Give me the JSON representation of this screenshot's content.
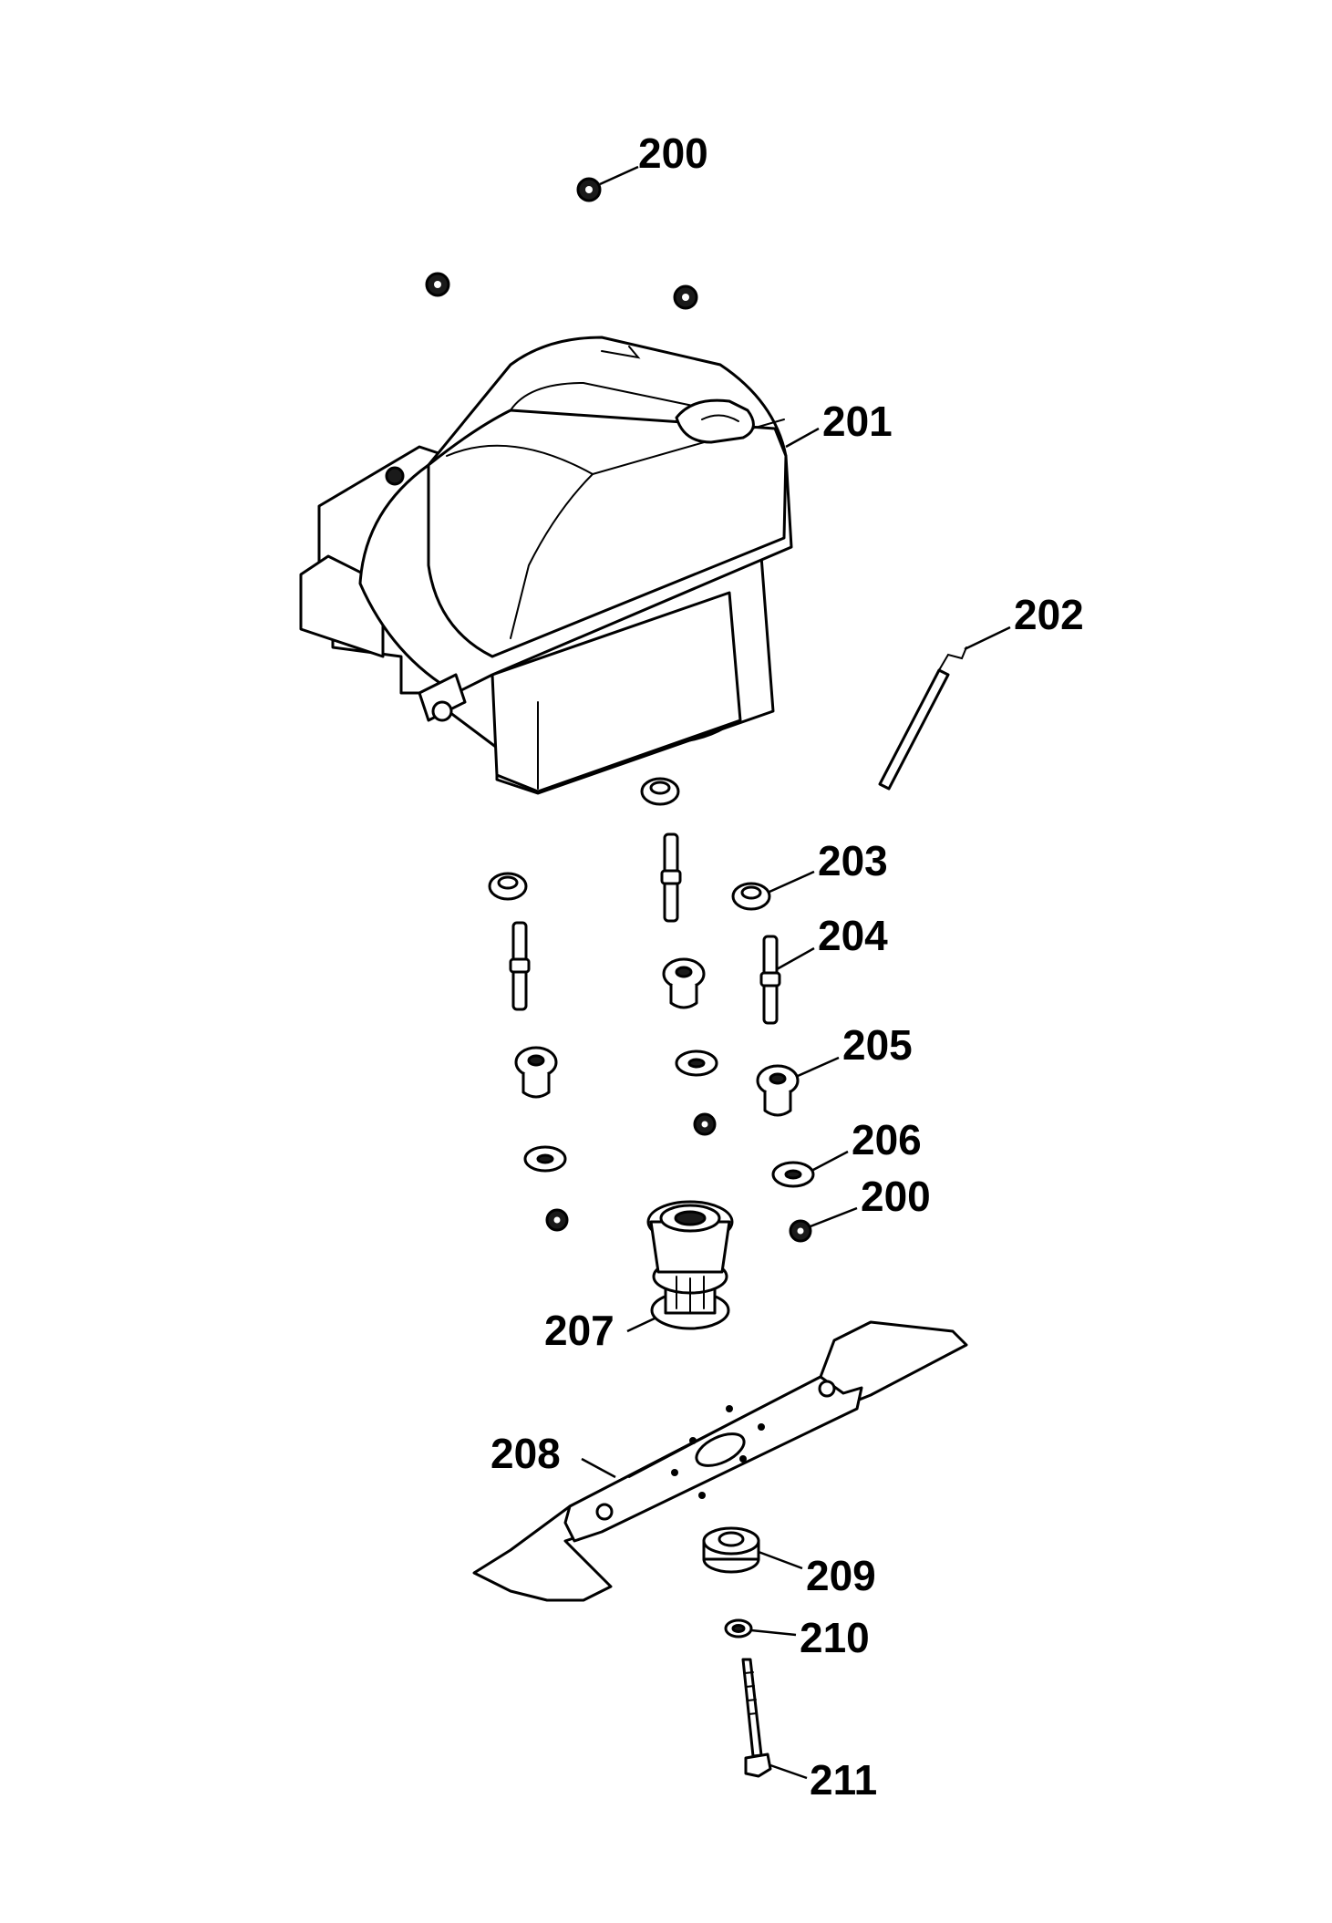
{
  "diagram": {
    "callouts": {
      "c200_top": "200",
      "c201": "201",
      "c202": "202",
      "c203": "203",
      "c204": "204",
      "c205": "205",
      "c206": "206",
      "c200_mid": "200",
      "c207": "207",
      "c208": "208",
      "c209": "209",
      "c210": "210",
      "c211": "211"
    }
  }
}
